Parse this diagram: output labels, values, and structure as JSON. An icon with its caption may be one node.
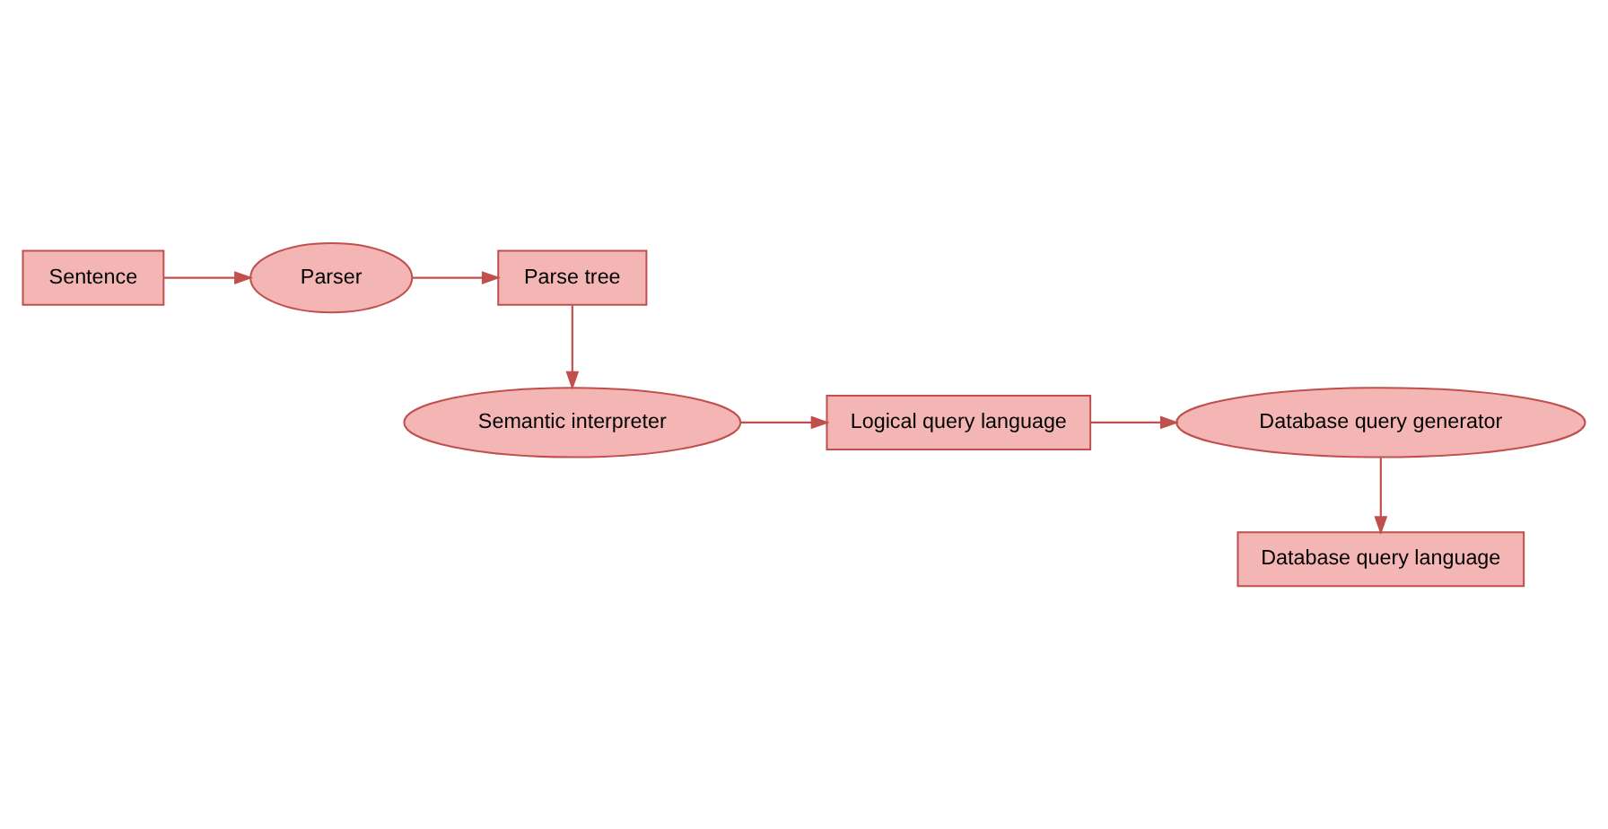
{
  "diagram": {
    "nodes": [
      {
        "text": [
          "Sentence"
        ]
      },
      {
        "text": [
          "Parser"
        ]
      },
      {
        "text": [
          "Parse tree"
        ]
      },
      {
        "text": [
          "Semantic interpreter"
        ]
      },
      {
        "text": [
          "Logical query language"
        ]
      },
      {
        "text": [
          "Database query generator"
        ]
      },
      {
        "text": [
          "Database query language"
        ]
      }
    ],
    "edges": [
      {
        "from": 0,
        "to": 1,
        "arrow": "to"
      },
      {
        "from": 1,
        "to": 2,
        "arrow": "to"
      },
      {
        "from": 2,
        "to": 3,
        "arrow": "to"
      },
      {
        "from": 3,
        "to": 4,
        "arrow": "to"
      },
      {
        "from": 4,
        "to": 5,
        "arrow": "to"
      },
      {
        "from": 5,
        "to": 6,
        "arrow": "to"
      }
    ]
  }
}
